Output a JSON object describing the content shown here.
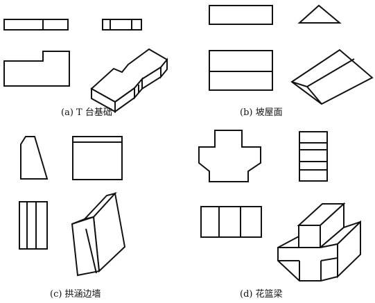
{
  "panels": [
    {
      "id": "a",
      "caption": "(a) T 台基础"
    },
    {
      "id": "b",
      "caption": "(b) 坡屋面"
    },
    {
      "id": "c",
      "caption": "(c) 拱涵边墙"
    },
    {
      "id": "d",
      "caption": "(d) 花篮梁"
    }
  ],
  "colors": {
    "line": "#111111",
    "background": "#ffffff"
  }
}
